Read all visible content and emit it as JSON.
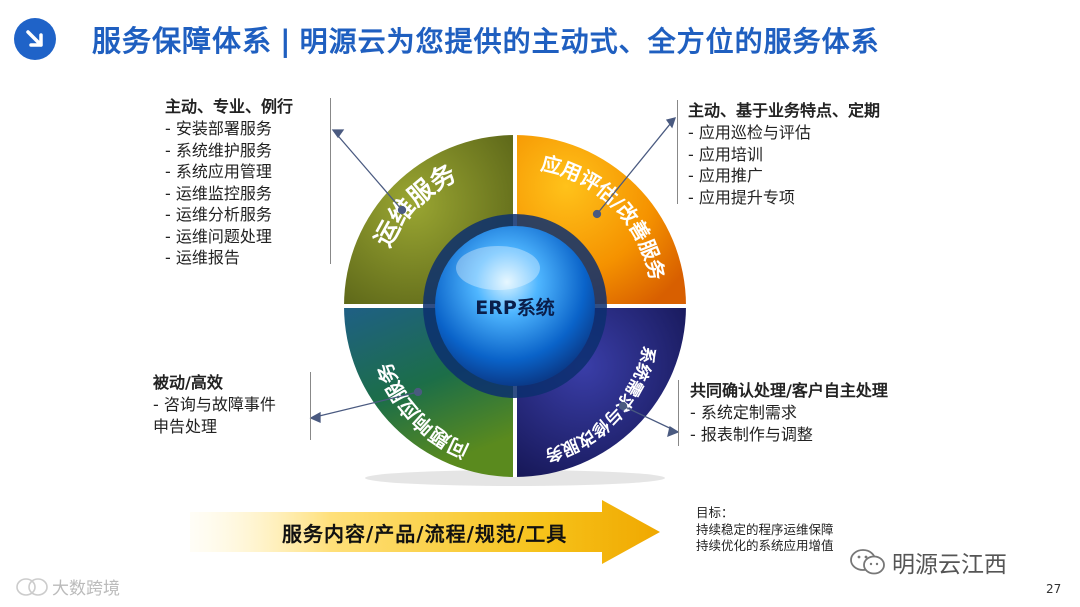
{
  "header": {
    "title": "服务保障体系",
    "separator": "|",
    "subtitle": "明源云为您提供的主动式、全方位的服务体系",
    "badge_icon": "arrow-down-right-icon"
  },
  "wheel": {
    "center": "ERP系统",
    "segments": [
      {
        "label": "运维服务",
        "color": "#6d7a1f"
      },
      {
        "label": "应用评估/改善服务",
        "color": "#f08a00"
      },
      {
        "label": "系统需求与修改服务",
        "color": "#1d1f6e"
      },
      {
        "label": "问题响应服务",
        "color": "#1c6e4c"
      }
    ]
  },
  "blocks": {
    "top_left": {
      "head": "主动、专业、例行",
      "items": [
        "- 安装部署服务",
        "- 系统维护服务",
        "- 系统应用管理",
        "- 运维监控服务",
        "- 运维分析服务",
        "- 运维问题处理",
        "- 运维报告"
      ]
    },
    "top_right": {
      "head": "主动、基于业务特点、定期",
      "items": [
        "- 应用巡检与评估",
        "- 应用培训",
        "- 应用推广",
        "- 应用提升专项"
      ]
    },
    "bottom_left": {
      "head": "被动/高效",
      "items": [
        "- 咨询与故障事件",
        "申告处理"
      ]
    },
    "bottom_right": {
      "head": "共同确认处理/客户自主处理",
      "items": [
        "- 系统定制需求",
        "- 报表制作与调整"
      ]
    }
  },
  "banner": {
    "text": "服务内容/产品/流程/规范/工具"
  },
  "goal": {
    "lines": [
      "目标：",
      "持续稳定的程序运维保障",
      "持续优化的系统应用增值"
    ]
  },
  "watermarks": {
    "right": "明源云江西",
    "left": "大数跨境"
  },
  "page_number": "27"
}
